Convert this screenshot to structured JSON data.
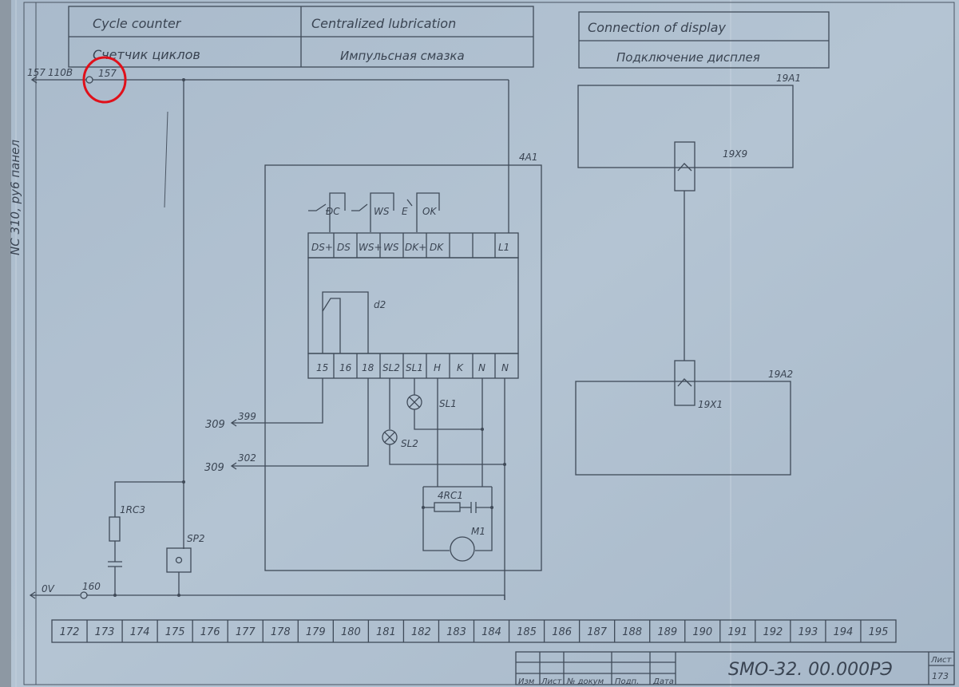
{
  "header": {
    "en_1": "Cycle  counter",
    "ru_1": "Счетчик  циклов",
    "en_2": "Centralized  lubrication",
    "ru_2": "Импульсная  смазка",
    "en_3": "Connection  of  display",
    "ru_3": "Подключение  дисплея"
  },
  "side_label": "NC 310, ру6 панел",
  "wires": {
    "top_ref": "157",
    "top_volt": "110B",
    "top_node": "157",
    "bottom_volt": "0V",
    "bottom_node": "160",
    "ref_309_a": "309",
    "wire_399": "399",
    "ref_309_b": "309",
    "wire_302": "302"
  },
  "components": {
    "unit": "4A1",
    "switch_dc": "DC",
    "switch_ws": "WS",
    "switch_e": "E",
    "switch_ok": "OK",
    "relay": "d2",
    "lamp_1": "SL1",
    "lamp_2": "SL2",
    "rc_motor": "4RC1",
    "motor": "M1",
    "rc_left": "1RC3",
    "pressure": "SP2",
    "display_1": "19A1",
    "conn_1": "19X9",
    "display_2": "19A2",
    "conn_2": "19X1"
  },
  "terminals_top": [
    "DS+",
    "DS",
    "WS+",
    "WS",
    "DK+",
    "DK",
    "",
    "",
    "L1"
  ],
  "terminals_bottom": [
    "15",
    "16",
    "18",
    "SL2",
    "SL1",
    "H",
    "K",
    "N",
    "N"
  ],
  "scale": [
    "172",
    "173",
    "174",
    "175",
    "176",
    "177",
    "178",
    "179",
    "180",
    "181",
    "182",
    "183",
    "184",
    "185",
    "186",
    "187",
    "188",
    "189",
    "190",
    "191",
    "192",
    "193",
    "194",
    "195"
  ],
  "title_block": {
    "doc_number": "SMO-32. 00.000РЭ",
    "sheet_label": "Лист",
    "sheet_number": "173",
    "col_1": "Изм",
    "col_2": "Лист",
    "col_3": "№ докум",
    "col_4": "Подп.",
    "col_5": "Дата"
  },
  "colors": {
    "paper": "#aebfcf",
    "ink": "#3f4a58",
    "annotation": "#e0101a"
  }
}
